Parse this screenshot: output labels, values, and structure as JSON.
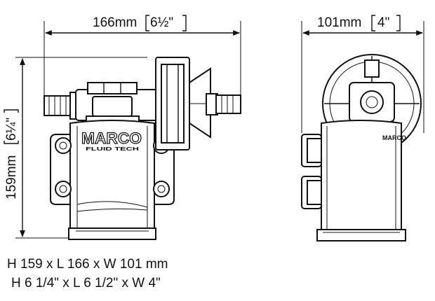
{
  "dimensions": {
    "length_mm": "166mm",
    "length_in": "6½\"",
    "width_mm": "101mm",
    "width_in": "4\"",
    "height_mm": "159mm",
    "height_in": "6¼\""
  },
  "logo": {
    "brand": "MARCO",
    "sub": "FLUID TECH"
  },
  "caption": {
    "line1": "H 159 x L 166 x W 101 mm",
    "line2": "H 6 1/4\" x L 6 1/2\" x W 4\""
  }
}
